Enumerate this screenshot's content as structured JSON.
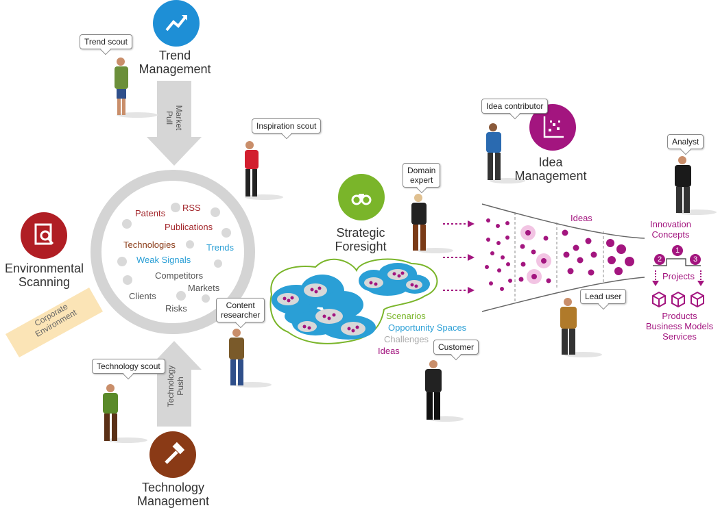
{
  "modules": {
    "trend": {
      "title_line1": "Trend",
      "title_line2": "Management",
      "color": "#1e8fd6"
    },
    "environmental": {
      "title_line1": "Environmental",
      "title_line2": "Scanning",
      "color": "#b01e24"
    },
    "technology": {
      "title_line1": "Technology",
      "title_line2": "Management",
      "color": "#8a3a16"
    },
    "foresight": {
      "title_line1": "Strategic",
      "title_line2": "Foresight",
      "color": "#7ab52a"
    },
    "idea": {
      "title_line1": "Idea",
      "title_line2": "Management",
      "color": "#a3157f"
    }
  },
  "arrows": {
    "market_pull_line1": "Market",
    "market_pull_line2": "Pull",
    "technology_push_line1": "Technology",
    "technology_push_line2": "Push"
  },
  "lens_terms": {
    "rss": "RSS",
    "patents": "Patents",
    "publications": "Publications",
    "technologies": "Technologies",
    "trends": "Trends",
    "weak_signals": "Weak Signals",
    "competitors": "Competitors",
    "markets": "Markets",
    "clients": "Clients",
    "risks": "Risks"
  },
  "handle": {
    "line1": "Corporate",
    "line2": "Environment"
  },
  "people": {
    "trend_scout": "Trend scout",
    "inspiration_scout": "Inspiration scout",
    "content_researcher_line1": "Content",
    "content_researcher_line2": "researcher",
    "technology_scout": "Technology scout",
    "domain_expert_line1": "Domain",
    "domain_expert_line2": "expert",
    "idea_contributor": "Idea contributor",
    "analyst": "Analyst",
    "lead_user": "Lead user",
    "customer": "Customer"
  },
  "foresight_list": {
    "scenarios": "Scenarios",
    "opportunity_spaces": "Opportunity Spaces",
    "challenges": "Challenges",
    "ideas": "Ideas"
  },
  "funnel": {
    "ideas": "Ideas"
  },
  "outcomes": {
    "innovation_line1": "Innovation",
    "innovation_line2": "Concepts",
    "step1": "1",
    "step2": "2",
    "step3": "3",
    "projects": "Projects",
    "products": "Products",
    "business_models": "Business Models",
    "services": "Services"
  },
  "colors": {
    "red_term": "#a3262b",
    "brown_term": "#8a3a16",
    "blue_term": "#2a9fd6",
    "gray_term": "#555555",
    "green_term": "#7ab52a",
    "purple": "#a3157f",
    "cloud_blue": "#2a9fd6"
  }
}
